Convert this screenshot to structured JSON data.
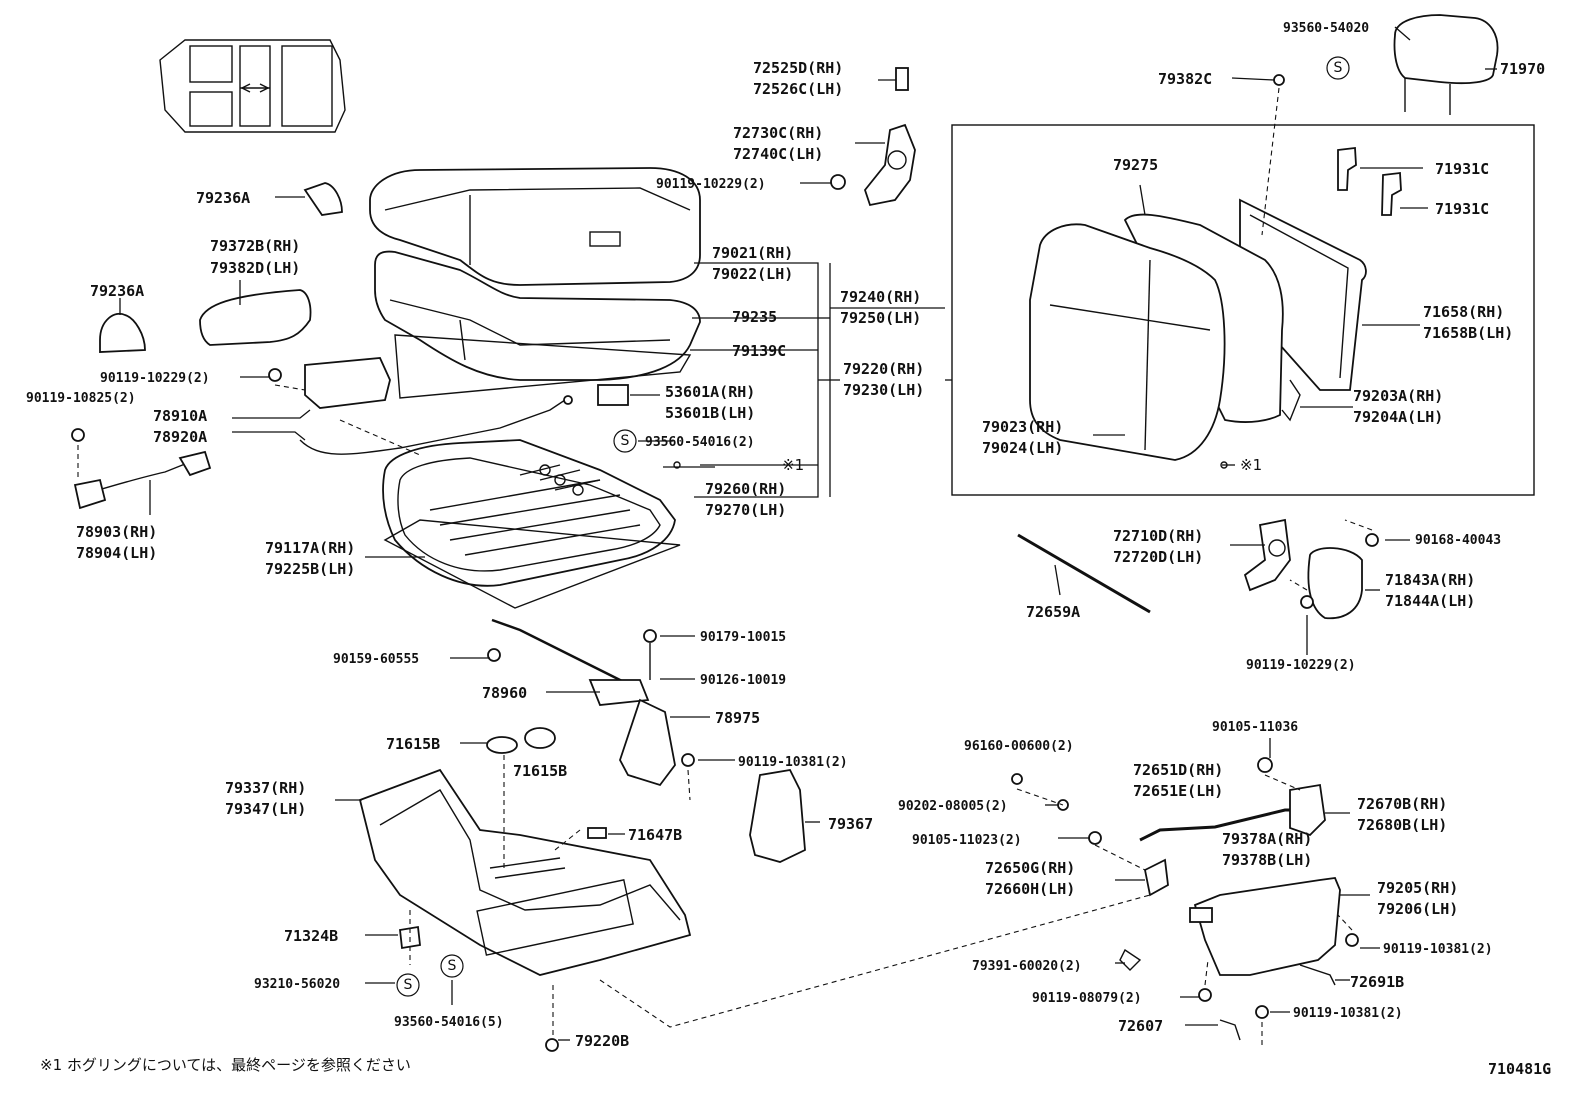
{
  "labels": {
    "p93560_54020": "93560-54020",
    "p71970": "71970",
    "p72525D": "72525D(RH)",
    "p72526C": "72526C(LH)",
    "p79382C": "79382C",
    "p72730C": "72730C(RH)",
    "p72740C": "72740C(LH)",
    "p90119_10229_top": "90119-10229(2)",
    "p79275": "79275",
    "p71931C_a": "71931C",
    "p71931C_b": "71931C",
    "p79236A_top": "79236A",
    "p79372B": "79372B(RH)",
    "p79382D": "79382D(LH)",
    "p79021": "79021(RH)",
    "p79022": "79022(LH)",
    "p79236A": "79236A",
    "p79240": "79240(RH)",
    "p79250": "79250(LH)",
    "p79235": "79235",
    "p71658": "71658(RH)",
    "p71658B": "71658B(LH)",
    "p79139C": "79139C",
    "p79220": "79220(RH)",
    "p79230": "79230(LH)",
    "p90119_10229_mid": "90119-10229(2)",
    "p90119_10825": "90119-10825(2)",
    "p53601A": "53601A(RH)",
    "p53601B": "53601B(LH)",
    "p79203A": "79203A(RH)",
    "p79204A": "79204A(LH)",
    "p78910A": "78910A",
    "p78920A": "78920A",
    "p93560_54016_2": "93560-54016(2)",
    "p79023": "79023(RH)",
    "p79024": "79024(LH)",
    "mark1_a": "※1",
    "mark1_b": "※1",
    "p79260": "79260(RH)",
    "p79270": "79270(LH)",
    "p78903": "78903(RH)",
    "p78904": "78904(LH)",
    "p72710D": "72710D(RH)",
    "p72720D": "72720D(LH)",
    "p90168_40043": "90168-40043",
    "p79117A": "79117A(RH)",
    "p79225B": "79225B(LH)",
    "p71843A": "71843A(RH)",
    "p71844A": "71844A(LH)",
    "p72659A": "72659A",
    "p90179_10015": "90179-10015",
    "p90159_60555": "90159-60555",
    "p90119_10229_right": "90119-10229(2)",
    "p90126_10019": "90126-10019",
    "p78960": "78960",
    "p78975": "78975",
    "p90105_11036": "90105-11036",
    "p71615B_a": "71615B",
    "p71615B_b": "71615B",
    "p96160_00600": "96160-00600(2)",
    "p90119_10381_mid": "90119-10381(2)",
    "p72651D": "72651D(RH)",
    "p72651E": "72651E(LH)",
    "p79337": "79337(RH)",
    "p79347": "79347(LH)",
    "p72670B": "72670B(RH)",
    "p72680B": "72680B(LH)",
    "p90202_08005": "90202-08005(2)",
    "p79367": "79367",
    "p71647B": "71647B",
    "p90105_11023": "90105-11023(2)",
    "p79378A": "79378A(RH)",
    "p79378B": "79378B(LH)",
    "p72650G": "72650G(RH)",
    "p72660H": "72660H(LH)",
    "p79205": "79205(RH)",
    "p79206": "79206(LH)",
    "p71324B": "71324B",
    "p90119_10381_r1": "90119-10381(2)",
    "p79391_60020": "79391-60020(2)",
    "p93210_56020": "93210-56020",
    "p72691B": "72691B",
    "p90119_08079": "90119-08079(2)",
    "p93560_54016_5": "93560-54016(5)",
    "p72607": "72607",
    "p90119_10381_r2": "90119-10381(2)",
    "p79220B": "79220B"
  },
  "s_symbol": "S",
  "footnote": "※1 ホグリングについては、最終ページを参照ください",
  "figure_code": "710481G"
}
